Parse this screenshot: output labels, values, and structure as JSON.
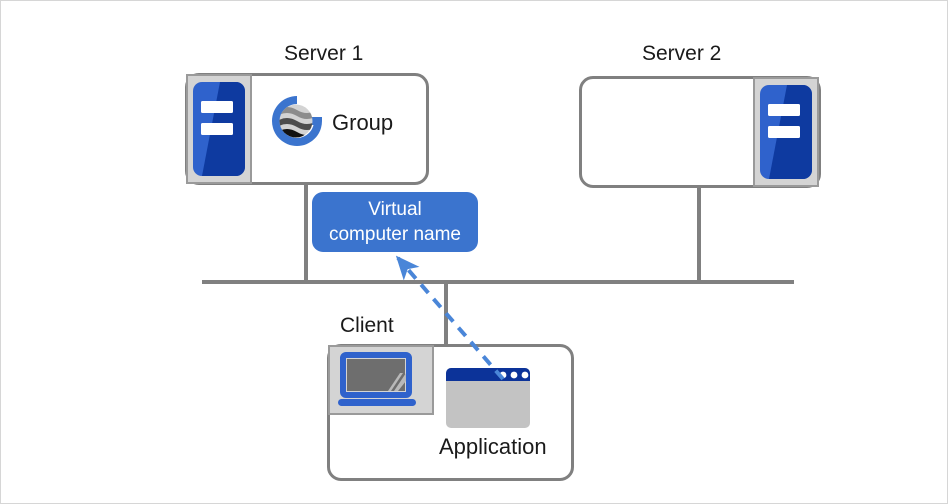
{
  "diagram": {
    "title": "Virtual computer name clustering diagram",
    "background": "#ffffff",
    "border_color": "#d6d6d6"
  },
  "colors": {
    "box_outline": "#808080",
    "icon_panel_fill": "#d4d4d4",
    "icon_panel_outline": "#9a9a9a",
    "server_blue": "#2f62cc",
    "server_blue_dark": "#0e3aa0",
    "accent_blue": "#3b74ce",
    "titlebar_navy": "#0c3399",
    "screen_gray": "#6e6e6e",
    "window_body_gray": "#c3c3c3",
    "line_gray": "#808080",
    "text": "#1a1a1a",
    "text_inverse": "#ffffff"
  },
  "nodes": {
    "server1": {
      "label": "Server 1",
      "icon": "server-icon",
      "group_label": "Group",
      "group_icon": "globe-g-logo"
    },
    "server2": {
      "label": "Server 2",
      "icon": "server-icon"
    },
    "client": {
      "label": "Client",
      "icon": "laptop-icon",
      "application_label": "Application",
      "application_icon": "app-window-icon"
    }
  },
  "virtual_computer_name": {
    "line1": "Virtual",
    "line2": "computer  name"
  },
  "connectors": {
    "bus_label": "network-bus-line",
    "server1_drop": "server1-to-bus",
    "server2_drop": "server2-to-bus",
    "client_drop": "client-to-bus",
    "arrow": {
      "name": "application-to-virtual-name-arrow",
      "style": "dashed",
      "color": "#4a86d8",
      "from": "Application",
      "to": "Virtual computer name"
    }
  }
}
